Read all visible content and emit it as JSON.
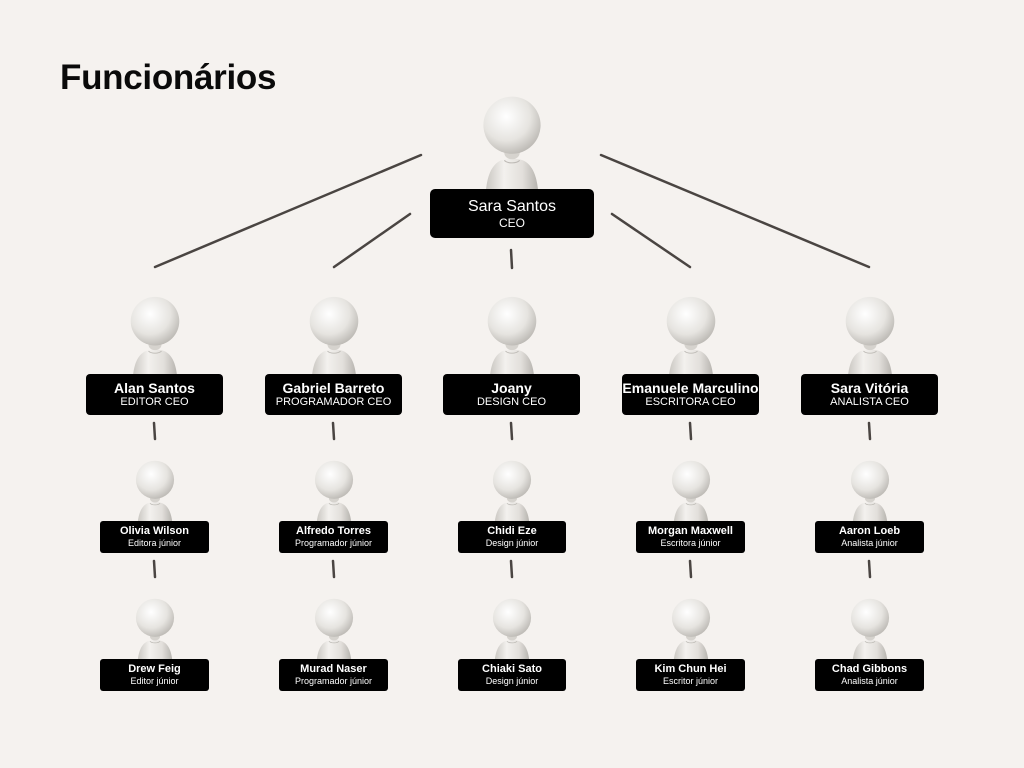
{
  "page": {
    "title": "Funcionários"
  },
  "ceo": {
    "name": "Sara Santos",
    "role": "CEO"
  },
  "managers": [
    {
      "name": "Alan Santos",
      "role": "EDITOR CEO"
    },
    {
      "name": "Gabriel Barreto",
      "role": "PROGRAMADOR CEO"
    },
    {
      "name": "Joany",
      "role": "DESIGN CEO"
    },
    {
      "name": "Emanuele Marculino",
      "role": "ESCRITORA CEO"
    },
    {
      "name": "Sara Vitória",
      "role": "ANALISTA CEO"
    }
  ],
  "juniors_row1": [
    {
      "name": "Olivia Wilson",
      "role": "Editora júnior"
    },
    {
      "name": "Alfredo Torres",
      "role": "Programador júnior"
    },
    {
      "name": "Chidi Eze",
      "role": "Design júnior"
    },
    {
      "name": "Morgan Maxwell",
      "role": "Escritora júnior"
    },
    {
      "name": "Aaron Loeb",
      "role": "Analista júnior"
    }
  ],
  "juniors_row2": [
    {
      "name": "Drew Feig",
      "role": "Editor júnior"
    },
    {
      "name": "Murad Naser",
      "role": "Programador júnior"
    },
    {
      "name": "Chiaki Sato",
      "role": "Design júnior"
    },
    {
      "name": "Kim Chun Hei",
      "role": "Escritor júnior"
    },
    {
      "name": "Chad Gibbons",
      "role": "Analista júnior"
    }
  ],
  "colors": {
    "background": "#f5f2ef",
    "label_bg": "#000000",
    "label_text": "#ffffff",
    "connector": "#4a4542",
    "figure": "#e8e6e2"
  },
  "icons": {
    "person": "person-figure-icon"
  }
}
